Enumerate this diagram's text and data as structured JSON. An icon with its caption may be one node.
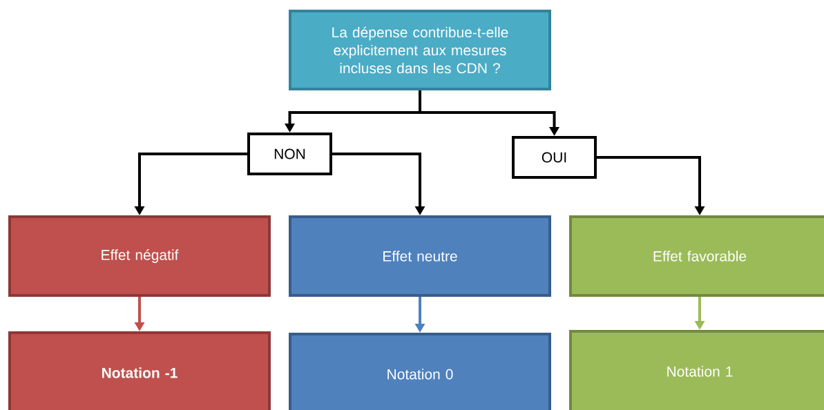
{
  "diagram": {
    "nodes": [
      {
        "text": [
          "La dépense contribue-t-elle explicitement aux mesures incluses dans les CDN ?"
        ]
      },
      {
        "text": [
          "NON"
        ]
      },
      {
        "text": [
          "OUI"
        ]
      },
      {
        "text": [
          "Effet négatif"
        ]
      },
      {
        "text": [
          "Effet neutre"
        ]
      },
      {
        "text": [
          "Effet favorable"
        ]
      },
      {
        "text": [
          "Notation -1"
        ]
      },
      {
        "text": [
          "Notation 0"
        ]
      },
      {
        "text": [
          "Notation 1"
        ]
      }
    ],
    "edges": [
      {
        "from": 0,
        "to": 1,
        "arrow": "to"
      },
      {
        "from": 0,
        "to": 2,
        "arrow": "to"
      },
      {
        "from": 1,
        "to": 3,
        "arrow": "to"
      },
      {
        "from": 1,
        "to": 4,
        "arrow": "to"
      },
      {
        "from": 2,
        "to": 5,
        "arrow": "to"
      },
      {
        "from": 3,
        "to": 6,
        "arrow": "to",
        "color": "#c0504d"
      },
      {
        "from": 4,
        "to": 7,
        "arrow": "to",
        "color": "#4f81bd"
      },
      {
        "from": 5,
        "to": 8,
        "arrow": "to",
        "color": "#9bbb59"
      }
    ]
  }
}
